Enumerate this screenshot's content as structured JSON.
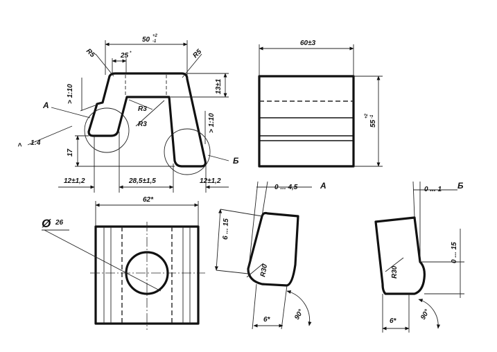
{
  "top_view": {
    "dim_width": "50",
    "dim_width_tol_upper": "+2",
    "dim_width_tol_lower": "-1",
    "dim_slot": "25",
    "dim_slot_sup": "*",
    "radius_left": "R5",
    "radius_right": "R5",
    "dim_height": "13±1",
    "radius_inner_1": "R3",
    "radius_inner_2": "R3",
    "slope_left_upper": "1:10",
    "slope_right": "1:10",
    "slope_left_lower": "1:4",
    "label_a": "А",
    "label_b": "Б",
    "dim_17": "17",
    "dim_left_bottom": "12±1,2",
    "dim_middle_bottom": "28,5±1,5",
    "dim_right_bottom": "12±1,2"
  },
  "side_view": {
    "dim_width": "60±3",
    "dim_height": "55",
    "dim_height_tol_upper": "+2",
    "dim_height_tol_lower": "-1"
  },
  "bottom_view": {
    "dim_width": "62*",
    "diameter_symbol": "Ø",
    "diameter_value": "26"
  },
  "detail_a": {
    "title": "А",
    "dim_top": "0 ... 4,5",
    "dim_left": "6 ... 15",
    "radius": "R30",
    "dim_bottom": "6*",
    "angle": "90°"
  },
  "detail_b": {
    "title": "Б",
    "dim_top": "0 ... 1",
    "dim_right": "0 ... 15",
    "radius": "R30",
    "dim_bottom": "6*",
    "angle": "90°"
  }
}
